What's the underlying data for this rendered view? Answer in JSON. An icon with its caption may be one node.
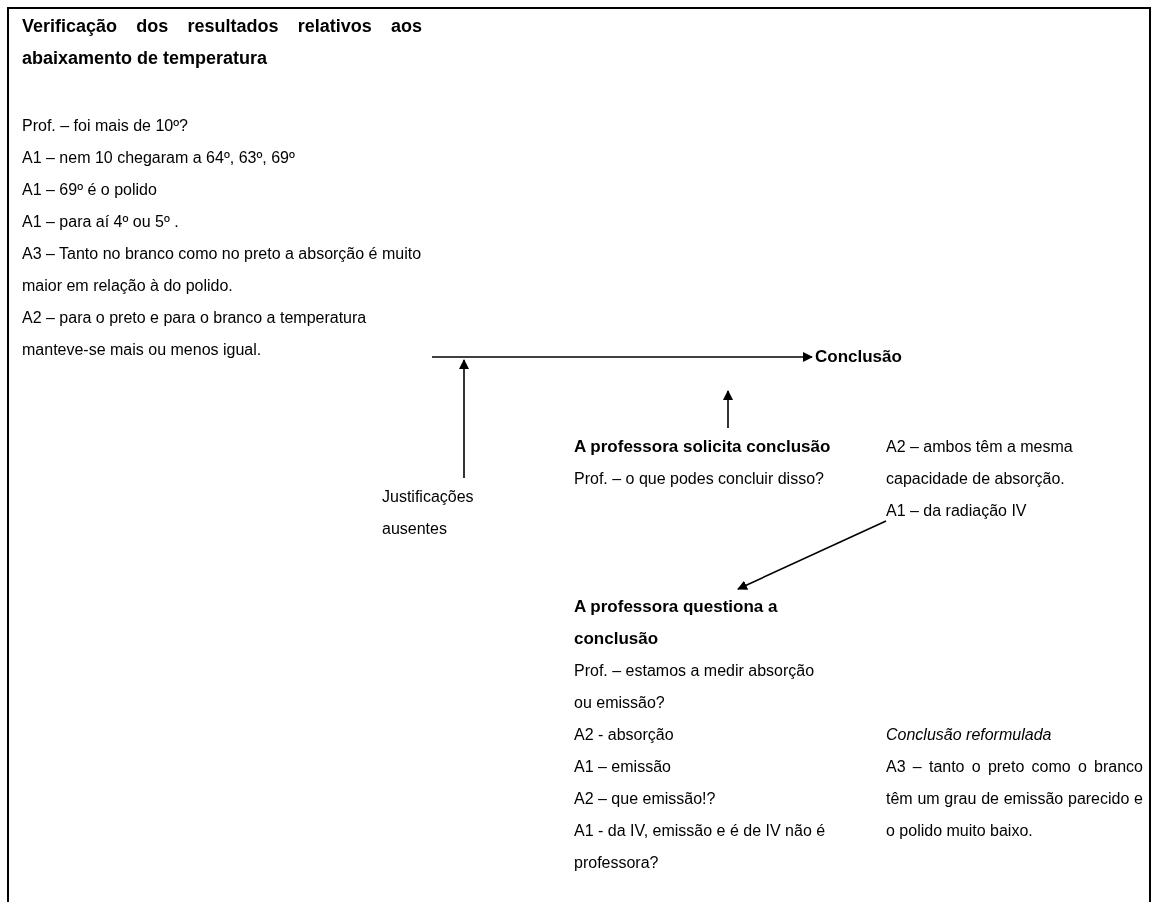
{
  "diagram": {
    "nodes": [
      {
        "text": [
          "Verificação dos resultados relativos aos abaixamento de temperatura",
          "Prof. – foi mais de 10º?",
          "A1 – nem 10 chegaram a 64º, 63º, 69º",
          "A1 – 69º é o polido",
          "A1 – para aí 4º ou 5º .",
          "A3 – Tanto no branco como no preto a absorção é muito maior em relação à do polido.",
          "A2 – para o preto e para o branco a temperatura manteve-se mais ou menos igual."
        ]
      },
      {
        "text": [
          "Conclusão"
        ]
      },
      {
        "text": [
          "Justificações ausentes"
        ]
      },
      {
        "text": [
          "A professora solicita conclusão",
          "Prof. – o que podes concluir disso?"
        ]
      },
      {
        "text": [
          "A2 – ambos têm a mesma capacidade de absorção.",
          "A1 – da radiação IV"
        ]
      },
      {
        "text": [
          "A professora questiona a conclusão",
          "Prof. – estamos a medir absorção ou emissão?",
          "A2 - absorção",
          "A1 – emissão",
          "A2 – que emissão!?",
          "A1 - da IV, emissão e é de IV não é professora?"
        ]
      },
      {
        "text": [
          "Conclusão reformulada",
          "A3 – tanto o preto como o branco têm um grau de emissão parecido e o polido muito baixo."
        ]
      }
    ],
    "edges": [
      {
        "from": 0,
        "to": 1,
        "arrow": "to"
      },
      {
        "from": 2,
        "to": null,
        "arrow": "to"
      },
      {
        "from": 3,
        "to": null,
        "arrow": "to"
      },
      {
        "from": 4,
        "to": 5,
        "arrow": "to"
      }
    ]
  }
}
